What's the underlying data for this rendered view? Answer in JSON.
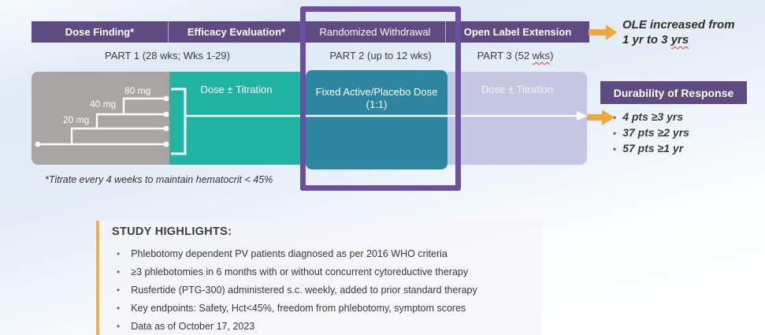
{
  "header": {
    "phases": [
      {
        "label": "Dose Finding*"
      },
      {
        "label": "Efficacy Evaluation*"
      },
      {
        "label": "Randomized Withdrawal"
      },
      {
        "label": "Open Label Extension"
      }
    ]
  },
  "parts": {
    "part1": "PART 1 (28 wks; Wks 1-29)",
    "part2": "PART 2 (up to 12 wks)",
    "part3_prefix": "PART 3 (52 ",
    "part3_wavy": "wks",
    "part3_suffix": ")"
  },
  "ole_callout": {
    "line1": "OLE increased from",
    "line2_prefix": "1 yr to 3 ",
    "line2_wavy": "yrs"
  },
  "diagram": {
    "dose_labels": [
      "20 mg",
      "40 mg",
      "80 mg"
    ],
    "part1_box_label": "Dose ± Titration",
    "part2_box_line1": "Fixed Active/Placebo Dose",
    "part2_box_line2": "(1:1)",
    "part3_box_label": "Dose ± Titration",
    "footnote": "*Titrate every 4 weeks to maintain hematocrit < 45%"
  },
  "durability": {
    "title": "Durability of Response",
    "bullet_glyph": "•",
    "bullets": [
      "4 pts  ≥3 yrs",
      "37 pts ≥2 yrs",
      "57 pts ≥1 yr"
    ]
  },
  "highlights": {
    "title": "STUDY HIGHLIGHTS:",
    "bullet_glyph": "•",
    "bullets": [
      "Phlebotomy dependent PV patients diagnosed as per 2016 WHO criteria",
      "≥3 phlebotomies in 6 months with or without concurrent cytoreductive therapy",
      "Rusfertide (PTG-300) administered s.c. weekly, added to prior standard therapy",
      "Key endpoints: Safety, Hct<45%, freedom from phlebotomy, symptom scores",
      "Data as of October 17, 2023"
    ]
  },
  "colors": {
    "header_purple": "#5d4b82",
    "outline_purple": "#6b50a1",
    "teal": "#1fb3a1",
    "dark_teal": "#2d85a0",
    "lavender": "#c5c7e2",
    "gray": "#a8a5a3",
    "orange_arrow": "#f2a73d",
    "highlight_bar_orange": "#f2b04a",
    "squiggle_red": "#d83a2e"
  }
}
